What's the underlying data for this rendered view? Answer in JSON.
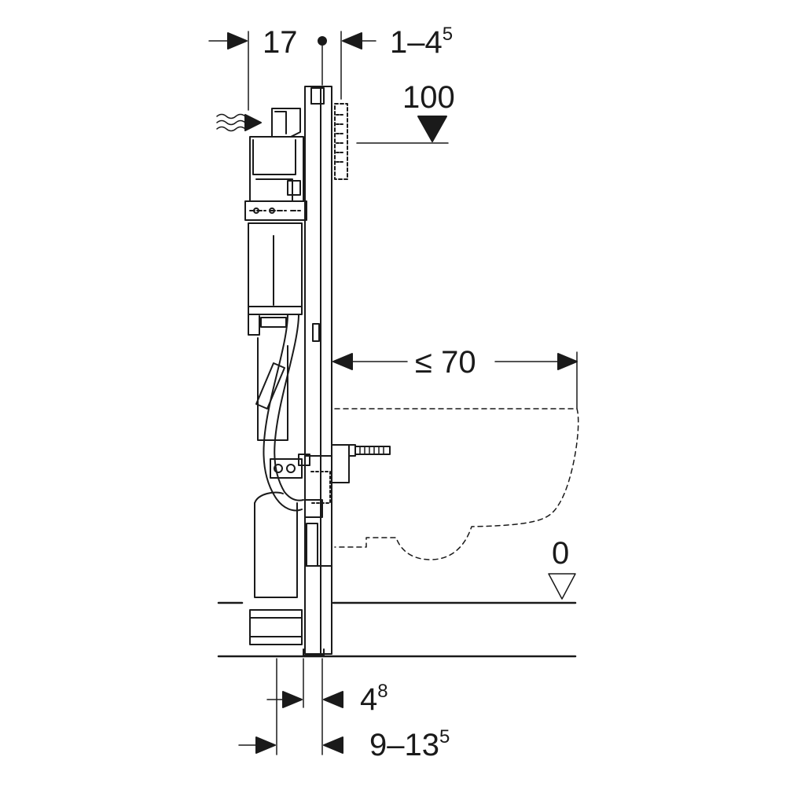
{
  "dimensions": {
    "top_left": {
      "value": "17"
    },
    "top_right": {
      "base": "1–4",
      "sup": "5"
    },
    "level_top": {
      "value": "100"
    },
    "bowl_depth": {
      "value": "≤ 70"
    },
    "level_floor": {
      "value": "0"
    },
    "bottom_inner": {
      "base": "4",
      "sup": "8"
    },
    "bottom_outer": {
      "base": "9–13",
      "sup": "5"
    }
  },
  "colors": {
    "ink": "#1a1a1a",
    "background": "#ffffff"
  }
}
